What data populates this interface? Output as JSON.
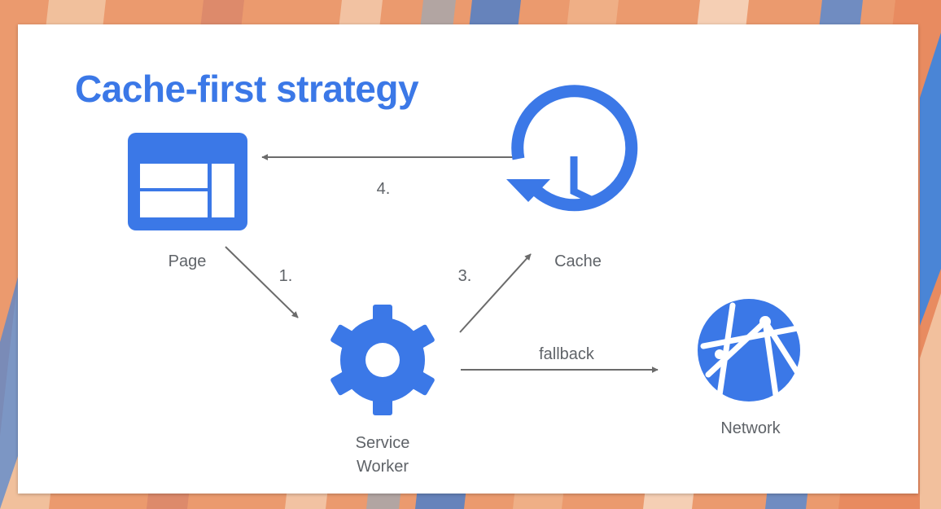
{
  "slide": {
    "title": "Cache-first strategy"
  },
  "colors": {
    "title": "#3b78e7",
    "icon": "#3b78e7",
    "arrow": "#6b6b6b",
    "label": "#5f6368",
    "slide_background": "#ffffff"
  },
  "nodes": {
    "page": {
      "label": "Page",
      "icon": "web-page-icon"
    },
    "cache": {
      "label": "Cache",
      "icon": "history-clock-icon"
    },
    "service_worker": {
      "label_line1": "Service",
      "label_line2": "Worker",
      "icon": "gear-icon"
    },
    "network": {
      "label": "Network",
      "icon": "globe-network-icon"
    }
  },
  "edges": {
    "page_to_service_worker": {
      "from": "Page",
      "to": "Service Worker",
      "label": "1."
    },
    "service_worker_to_cache": {
      "from": "Service Worker",
      "to": "Cache",
      "label": "3."
    },
    "cache_to_page": {
      "from": "Cache",
      "to": "Page",
      "label": "4."
    },
    "service_worker_to_network": {
      "from": "Service Worker",
      "to": "Network",
      "label": "fallback"
    }
  }
}
